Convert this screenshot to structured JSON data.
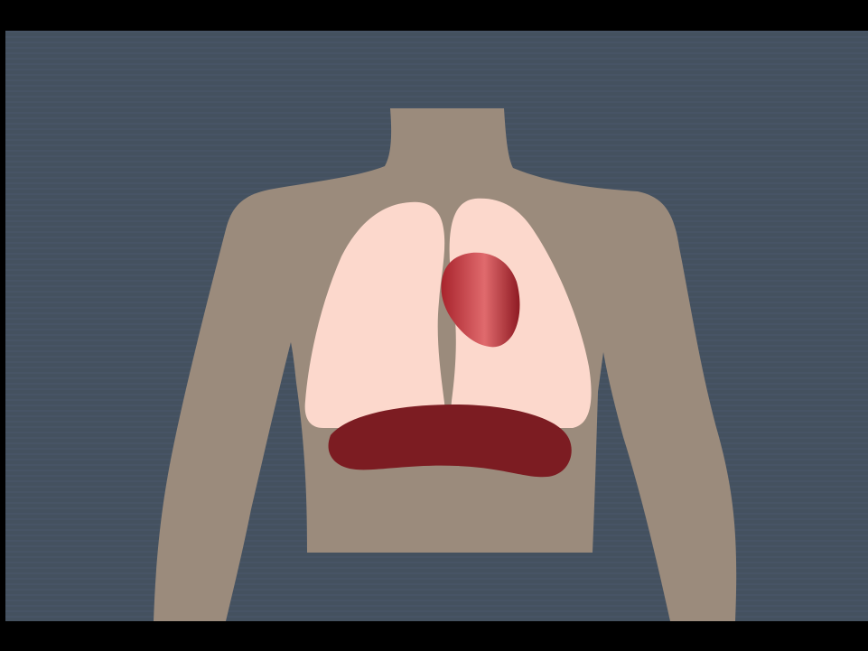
{
  "scene": {
    "description_visible_text": "",
    "colors": {
      "letterbox": "#000000",
      "background": "#44515f",
      "background_stripe": "#475465",
      "torso": "#9b8b7c",
      "lung": "#fcd8cc",
      "heart_dark": "#a8232c",
      "heart_light": "#e06a6d",
      "diaphragm": "#7c1c22"
    },
    "organs": [
      "torso",
      "left-lung",
      "right-lung",
      "heart",
      "diaphragm"
    ]
  }
}
